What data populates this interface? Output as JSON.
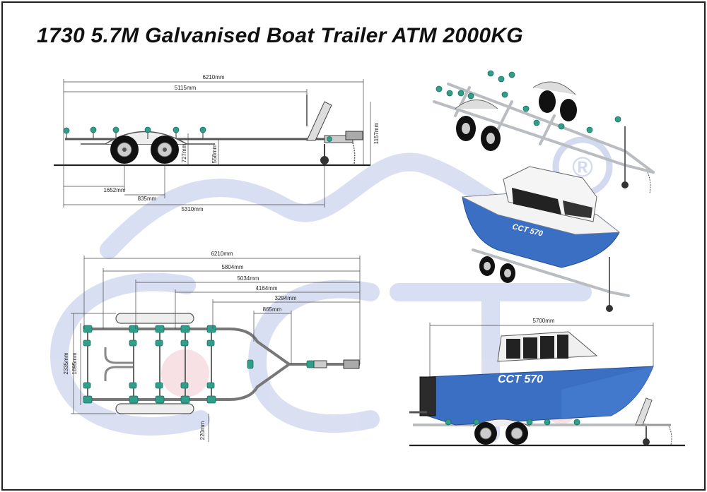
{
  "title": "1730 5.7M Galvanised Boat Trailer ATM 2000KG",
  "watermark": {
    "text": "CCT",
    "registered": "®",
    "color": "#c9d1ec"
  },
  "colors": {
    "hull_blue": "#3a6fc4",
    "roller_green": "#2f9e8a",
    "steel": "#b9bcc0",
    "line": "#333333"
  },
  "side_view": {
    "dims": {
      "overall_length": "6210mm",
      "frame_length": "5115mm",
      "axle_gap": "1652mm",
      "axle_spacing": "835mm",
      "coupling_length": "5310mm",
      "height": "1157mm",
      "wheel_height": "727mm",
      "frame_height": "558mm"
    }
  },
  "top_view": {
    "dims": {
      "overall_length": "6210mm",
      "l1": "5804mm",
      "l2": "5034mm",
      "l3": "4164mm",
      "l4": "3294mm",
      "l5": "865mm",
      "outer_width": "2335mm",
      "inner_width": "1895mm",
      "clearance": "220mm"
    }
  },
  "boat_views": {
    "label_small": "CCT 570",
    "label_large": "CCT 570",
    "length": "5700mm"
  }
}
